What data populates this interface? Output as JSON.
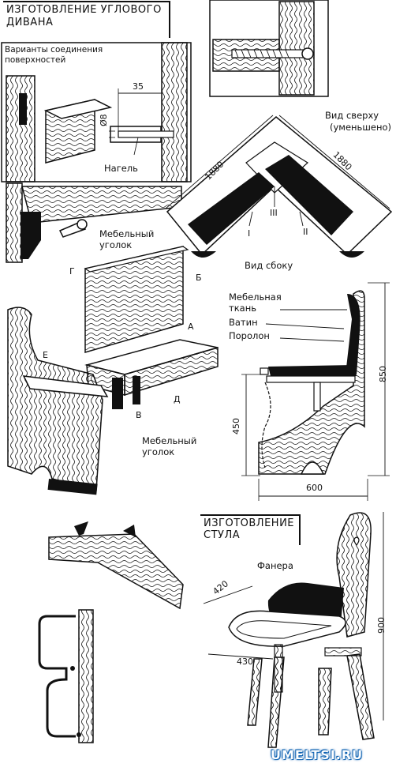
{
  "sofa_title": [
    "ИЗГОТОВЛЕНИЕ УГЛОВОГО",
    "ДИВАНА"
  ],
  "joints_caption": [
    "Варианты соединения",
    "поверхностей"
  ],
  "dowel": {
    "length": "35",
    "diameter": "Ø8",
    "label": "Нагель"
  },
  "furniture_corner": [
    "Мебельный",
    "уголок"
  ],
  "top_view": [
    "Вид сверху",
    "(уменьшено)"
  ],
  "top_dims": {
    "left": "1880",
    "right": "1880"
  },
  "sections": {
    "one": "I",
    "two": "II",
    "three": "III"
  },
  "side_view": "Вид сбоку",
  "upholstery": {
    "fabric": [
      "Мебельная",
      "ткань"
    ],
    "batting": "Ватин",
    "foam": "Поролон"
  },
  "side_dims": {
    "height": "850",
    "seat": "450",
    "depth": "600"
  },
  "letters": {
    "g": "Г",
    "b": "Б",
    "a": "А",
    "e": "Е",
    "d": "Д",
    "v": "В"
  },
  "corner_label2": [
    "Мебельный",
    "уголок"
  ],
  "chair_title": [
    "ИЗГОТОВЛЕНИЕ",
    "СТУЛА"
  ],
  "plywood": "Фанера",
  "chair_dims": {
    "seat_depth": "420",
    "seat_width": "430",
    "height": "900"
  },
  "watermark": "UMELTSI.RU",
  "colors": {
    "ink": "#111111",
    "watermark": "#0a5fb0"
  }
}
